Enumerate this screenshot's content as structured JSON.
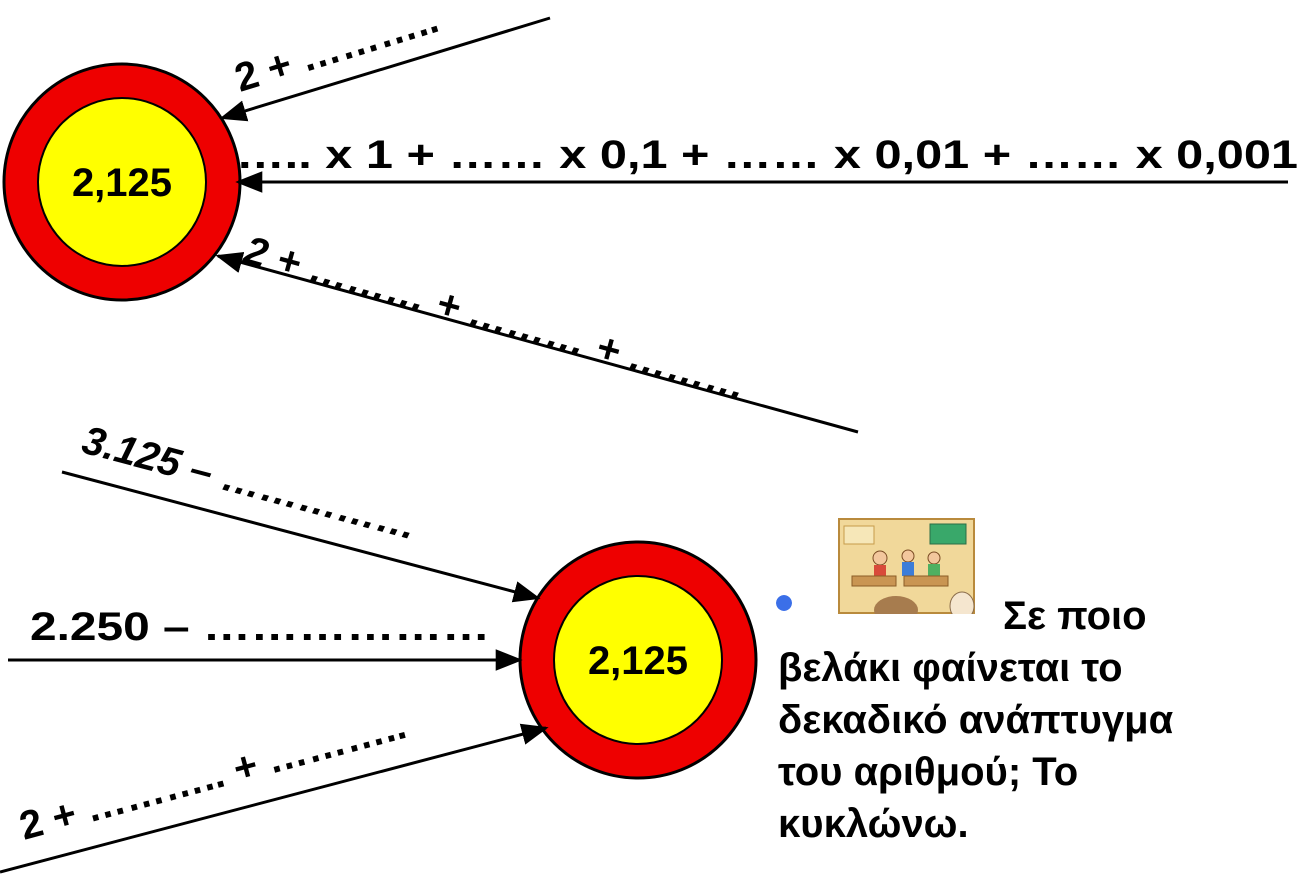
{
  "colors": {
    "ring": "#ee0000",
    "core": "#ffff00",
    "line": "#000000",
    "bullet": "#3b6fe8"
  },
  "top_circle": {
    "value": "2,125"
  },
  "bottom_circle": {
    "value": "2,125"
  },
  "top_arrows": {
    "upper": "2 + ………..",
    "middle": "….. x 1 + …… x 0,1 + …… x 0,01 + …… x 0,001",
    "lower": "2 + ……… + ……… + ………"
  },
  "bottom_arrows": {
    "upper": "3.125 – ……………",
    "middle": "2.250 – ………………",
    "lower": "2 + ……….. + ……….."
  },
  "note": {
    "line1": "Σε ποιο",
    "line2": "βελάκι φαίνεται το",
    "line3": "δεκαδικό ανάπτυγμα",
    "line4": "του αριθμού; Το",
    "line5": "κυκλώνω."
  },
  "icons": {
    "classroom": "classroom-picture-icon",
    "bullet": "bullet-dot-icon"
  }
}
